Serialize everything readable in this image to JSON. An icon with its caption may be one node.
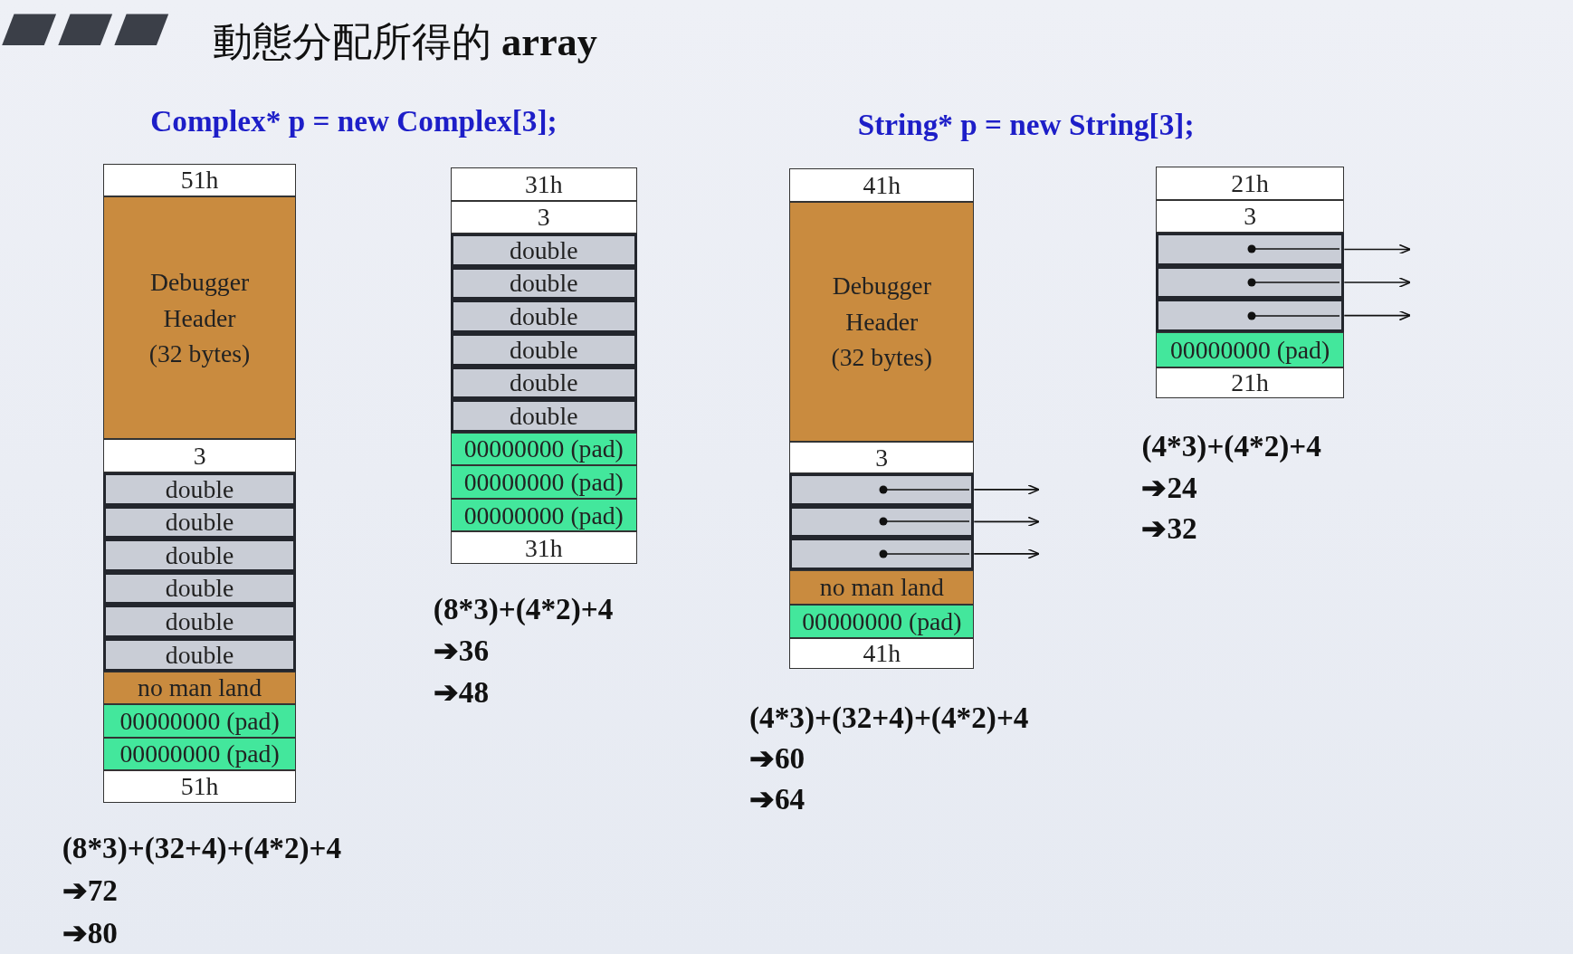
{
  "diagram": {
    "title": "動態分配所得的 **array**",
    "nodes": [
      {
        "text": [
          "51h"
        ]
      },
      {
        "text": [
          "Debugger Header (32 bytes)"
        ]
      },
      {
        "text": [
          "3"
        ]
      },
      {
        "text": [
          "double"
        ]
      },
      {
        "text": [
          "double"
        ]
      },
      {
        "text": [
          "double"
        ]
      },
      {
        "text": [
          "double"
        ]
      },
      {
        "text": [
          "double"
        ]
      },
      {
        "text": [
          "double"
        ]
      },
      {
        "text": [
          "no man land"
        ]
      },
      {
        "text": [
          "00000000 (pad)"
        ]
      },
      {
        "text": [
          "00000000 (pad)"
        ]
      },
      {
        "text": [
          "51h"
        ]
      },
      {
        "text": [
          "31h"
        ]
      },
      {
        "text": [
          "3"
        ]
      },
      {
        "text": [
          "double"
        ]
      },
      {
        "text": [
          "double"
        ]
      },
      {
        "text": [
          "double"
        ]
      },
      {
        "text": [
          "double"
        ]
      },
      {
        "text": [
          "double"
        ]
      },
      {
        "text": [
          "double"
        ]
      },
      {
        "text": [
          "00000000 (pad)"
        ]
      },
      {
        "text": [
          "00000000 (pad)"
        ]
      },
      {
        "text": [
          "00000000 (pad)"
        ]
      },
      {
        "text": [
          "31h"
        ]
      },
      {
        "text": [
          "41h"
        ]
      },
      {
        "text": [
          "Debugger Header (32 bytes)"
        ]
      },
      {
        "text": [
          "3"
        ]
      },
      {
        "text": [],
        "shape": "box"
      },
      {
        "text": [],
        "shape": "box"
      },
      {
        "text": [],
        "shape": "box"
      },
      {
        "text": [
          "no man land"
        ]
      },
      {
        "text": [
          "00000000 (pad)"
        ]
      },
      {
        "text": [
          "41h"
        ]
      },
      {
        "text": [
          "21h"
        ]
      },
      {
        "text": [
          "3"
        ]
      },
      {
        "text": [],
        "shape": "box"
      },
      {
        "text": [],
        "shape": "box"
      },
      {
        "text": [],
        "shape": "box"
      },
      {
        "text": [
          "00000000 (pad)"
        ]
      },
      {
        "text": [
          "21h"
        ]
      }
    ],
    "edges": [
      {
        "from": 28,
        "to": null,
        "arrow": "to"
      },
      {
        "from": 29,
        "to": null,
        "arrow": "to"
      },
      {
        "from": 30,
        "to": null,
        "arrow": "to"
      },
      {
        "from": 36,
        "to": null,
        "arrow": "to"
      },
      {
        "from": 37,
        "to": null,
        "arrow": "to"
      },
      {
        "from": 38,
        "to": null,
        "arrow": "to"
      }
    ],
    "labels": [
      "Complex* p = new Complex[3];",
      "String* p = new String[3];",
      "(8*3)+(32+4)+(4*2)+4",
      "➔72",
      "➔80",
      "(8*3)+(4*2)+4",
      "➔36",
      "➔48",
      "(4*3)+(32+4)+(4*2)+4",
      "➔60",
      "➔64",
      "(4*3)+(4*2)+4",
      "➔24",
      "➔32"
    ]
  }
}
